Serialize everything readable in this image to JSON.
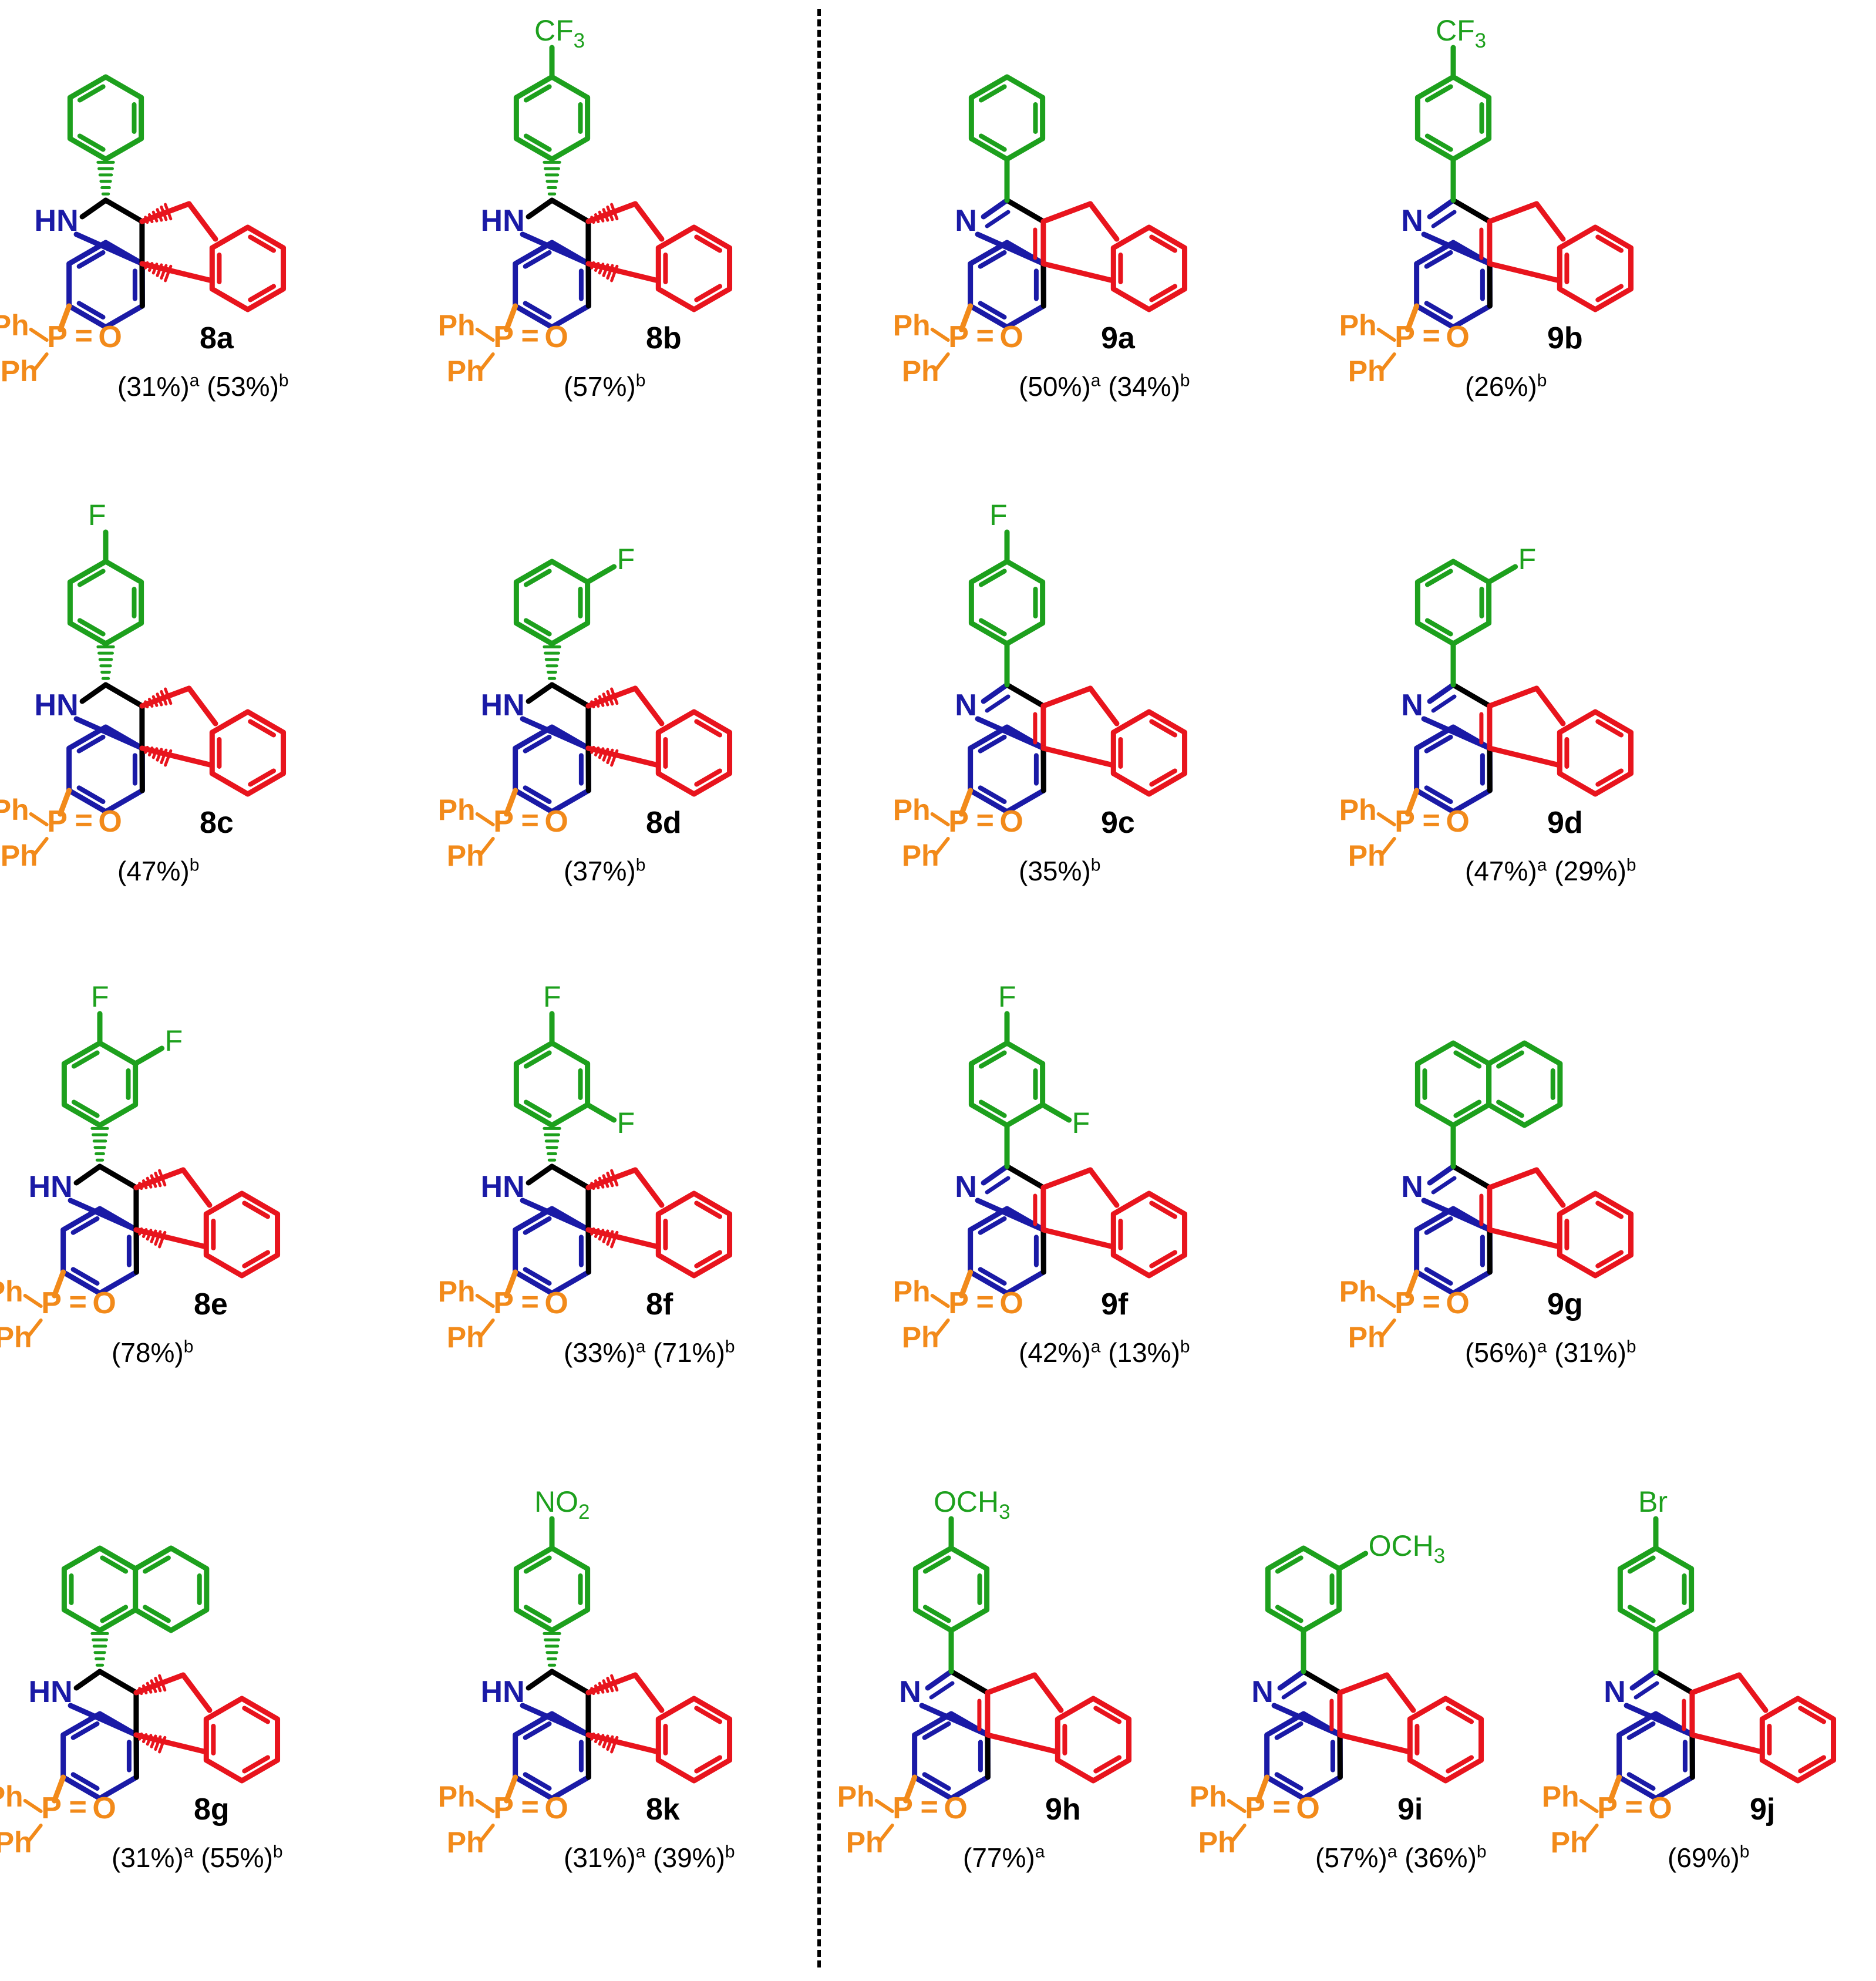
{
  "colors": {
    "substituent": "#1da01d",
    "core": "#000000",
    "quinoline": "#1a1aa6",
    "indene": "#e8141d",
    "phosphine": "#f28a1a"
  },
  "atom_text": {
    "ph": "Ph",
    "p": "P",
    "o": "O",
    "eq": "=",
    "hn": "HN",
    "n": "N"
  },
  "compounds": [
    {
      "id": "8a",
      "label": "8a",
      "yield_a": "(31%)",
      "sup_a": "a",
      "yield_b": "(53%)",
      "sup_b": "b",
      "substituent": "phenyl",
      "sub_text": "",
      "sub_sub": "",
      "sub_text2": ""
    },
    {
      "id": "8b",
      "label": "8b",
      "yield_a": "",
      "sup_a": "",
      "yield_b": "(57%)",
      "sup_b": "b",
      "substituent": "4-CF3-phenyl",
      "sub_text": "CF",
      "sub_sub": "3",
      "sub_text2": ""
    },
    {
      "id": "9a",
      "label": "9a",
      "yield_a": "(50%)",
      "sup_a": "a",
      "yield_b": "(34%)",
      "sup_b": "b",
      "substituent": "phenyl",
      "sub_text": "",
      "sub_sub": "",
      "sub_text2": ""
    },
    {
      "id": "9b",
      "label": "9b",
      "yield_a": "",
      "sup_a": "",
      "yield_b": "(26%)",
      "sup_b": "b",
      "substituent": "4-CF3-phenyl",
      "sub_text": "CF",
      "sub_sub": "3",
      "sub_text2": ""
    },
    {
      "id": "8c",
      "label": "8c",
      "yield_a": "",
      "sup_a": "",
      "yield_b": "(47%)",
      "sup_b": "b",
      "substituent": "4-F-phenyl",
      "sub_text": "F",
      "sub_sub": "",
      "sub_text2": ""
    },
    {
      "id": "8d",
      "label": "8d",
      "yield_a": "",
      "sup_a": "",
      "yield_b": "(37%)",
      "sup_b": "b",
      "substituent": "3-F-phenyl",
      "sub_text": "F",
      "sub_sub": "",
      "sub_text2": ""
    },
    {
      "id": "9c",
      "label": "9c",
      "yield_a": "",
      "sup_a": "",
      "yield_b": "(35%)",
      "sup_b": "b",
      "substituent": "4-F-phenyl",
      "sub_text": "F",
      "sub_sub": "",
      "sub_text2": ""
    },
    {
      "id": "9d",
      "label": "9d",
      "yield_a": "(47%)",
      "sup_a": "a",
      "yield_b": "(29%)",
      "sup_b": "b",
      "substituent": "3-F-phenyl",
      "sub_text": "F",
      "sub_sub": "",
      "sub_text2": ""
    },
    {
      "id": "8e",
      "label": "8e",
      "yield_a": "",
      "sup_a": "",
      "yield_b": "(78%)",
      "sup_b": "b",
      "substituent": "3,4-diF-phenyl",
      "sub_text": "F",
      "sub_sub": "",
      "sub_text2": "F"
    },
    {
      "id": "8f",
      "label": "8f",
      "yield_a": "(33%)",
      "sup_a": "a",
      "yield_b": "(71%)",
      "sup_b": "b",
      "substituent": "2,4-diF-phenyl",
      "sub_text": "F",
      "sub_sub": "",
      "sub_text2": "F"
    },
    {
      "id": "9f",
      "label": "9f",
      "yield_a": "(42%)",
      "sup_a": "a",
      "yield_b": "(13%)",
      "sup_b": "b",
      "substituent": "2,4-diF-phenyl",
      "sub_text": "F",
      "sub_sub": "",
      "sub_text2": "F"
    },
    {
      "id": "9g",
      "label": "9g",
      "yield_a": "(56%)",
      "sup_a": "a",
      "yield_b": "(31%)",
      "sup_b": "b",
      "substituent": "1-naphthyl",
      "sub_text": "",
      "sub_sub": "",
      "sub_text2": ""
    },
    {
      "id": "8g",
      "label": "8g",
      "yield_a": "(31%)",
      "sup_a": "a",
      "yield_b": "(55%)",
      "sup_b": "b",
      "substituent": "1-naphthyl",
      "sub_text": "",
      "sub_sub": "",
      "sub_text2": ""
    },
    {
      "id": "8k",
      "label": "8k",
      "yield_a": "(31%)",
      "sup_a": "a",
      "yield_b": "(39%)",
      "sup_b": "b",
      "substituent": "4-NO2-phenyl",
      "sub_text": "NO",
      "sub_sub": "2",
      "sub_text2": ""
    },
    {
      "id": "9h",
      "label": "9h",
      "yield_a": "(77%)",
      "sup_a": "a",
      "yield_b": "",
      "sup_b": "",
      "substituent": "4-OCH3-phenyl",
      "sub_text": "OCH",
      "sub_sub": "3",
      "sub_text2": ""
    },
    {
      "id": "9i",
      "label": "9i",
      "yield_a": "(57%)",
      "sup_a": "a",
      "yield_b": "(36%)",
      "sup_b": "b",
      "substituent": "3-OCH3-phenyl",
      "sub_text": "OCH",
      "sub_sub": "3",
      "sub_text2": ""
    },
    {
      "id": "9j",
      "label": "9j",
      "yield_a": "",
      "sup_a": "",
      "yield_b": "(69%)",
      "sup_b": "b",
      "substituent": "4-Br-phenyl",
      "sub_text": "Br",
      "sub_sub": "",
      "sub_text2": ""
    }
  ]
}
